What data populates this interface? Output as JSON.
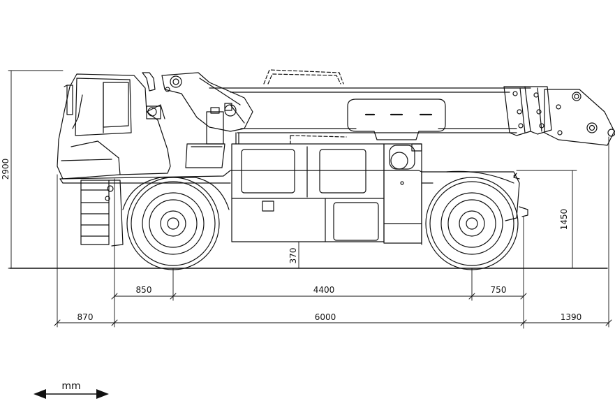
{
  "dimensions": {
    "overall_height": "2900",
    "rear_height": "1450",
    "ground_clearance": "370",
    "front_overhang": "850",
    "wheelbase": "4400",
    "rear_overhang": "750",
    "cab_projection": "870",
    "chassis_length": "6000",
    "boom_projection": "1390"
  },
  "legend": {
    "unit": "mm"
  }
}
